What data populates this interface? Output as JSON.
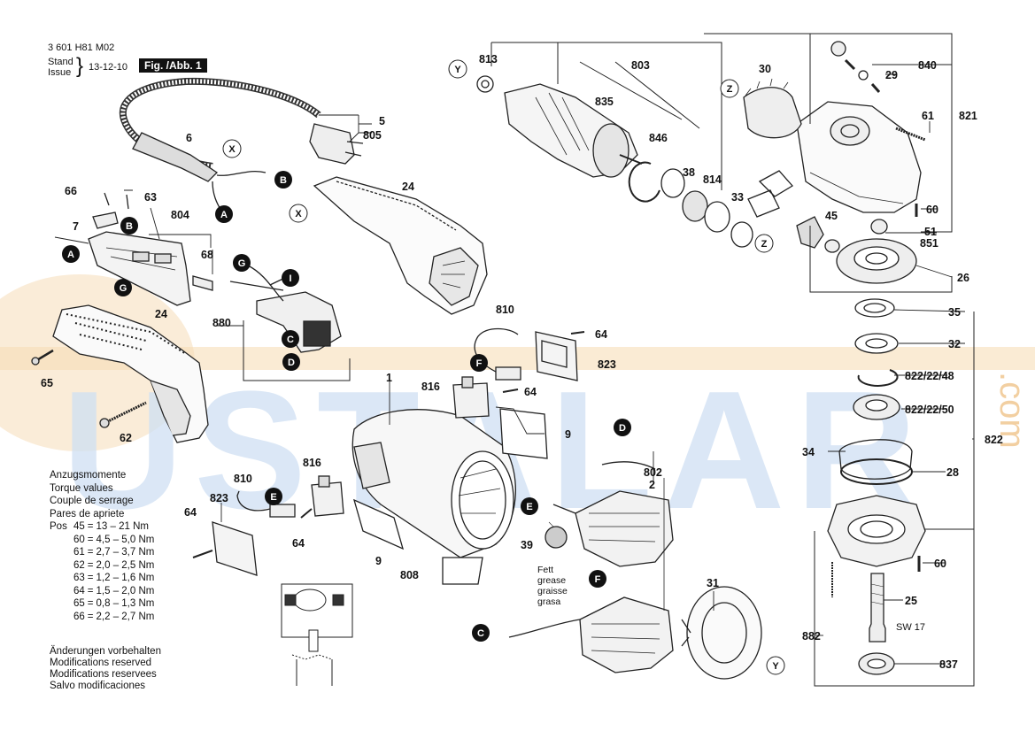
{
  "header": {
    "part_number": "3 601 H81 M02",
    "stand_label": "Stand",
    "issue_label": "Issue",
    "date": "13-12-10",
    "figure_label": "Fig. /Abb. 1"
  },
  "watermark": {
    "text": "USTALAR",
    "suffix": ".com"
  },
  "torque": {
    "heading_lines": [
      "Anzugsmomente",
      "Torque values",
      "Couple de serrage",
      "Pares de apriete"
    ],
    "pos_label": "Pos",
    "rows": [
      {
        "pos": "45",
        "eq": "=",
        "range": "13 – 21 Nm"
      },
      {
        "pos": "60",
        "eq": "=",
        "range": "4,5 – 5,0 Nm"
      },
      {
        "pos": "61",
        "eq": "=",
        "range": "2,7 – 3,7 Nm"
      },
      {
        "pos": "62",
        "eq": "=",
        "range": "2,0 – 2,5 Nm"
      },
      {
        "pos": "63",
        "eq": "=",
        "range": "1,2 – 1,6 Nm"
      },
      {
        "pos": "64",
        "eq": "=",
        "range": "1,5 – 2,0 Nm"
      },
      {
        "pos": "65",
        "eq": "=",
        "range": "0,8 – 1,3 Nm"
      },
      {
        "pos": "66",
        "eq": "=",
        "range": "2,2 – 2,7 Nm"
      }
    ]
  },
  "notes": [
    "Änderungen vorbehalten",
    "Modifications reserved",
    "Modifications reservees",
    "Salvo modificaciones"
  ],
  "grease_lines": [
    "Fett",
    "grease",
    "graisse",
    "grasa"
  ],
  "sw_label": "SW 17",
  "part_labels": {
    "p5": "5",
    "p805": "805",
    "p6": "6",
    "p24a": "24",
    "p66": "66",
    "p63": "63",
    "p7": "7",
    "p804": "804",
    "p68": "68",
    "p24b": "24",
    "p65": "65",
    "p62": "62",
    "p880": "880",
    "p810a": "810",
    "p64a": "64",
    "p823a": "823",
    "p816a": "816",
    "p64b": "64",
    "p1": "1",
    "p9a": "9",
    "p816b": "816",
    "p810b": "810",
    "p823b": "823",
    "p64c": "64",
    "p64d": "64",
    "p9b": "9",
    "p808": "808",
    "p802": "802",
    "p2": "2",
    "p39": "39",
    "p31": "31",
    "p813": "813",
    "p803": "803",
    "p835": "835",
    "p846": "846",
    "p38": "38",
    "p814": "814",
    "p33": "33",
    "p30": "30",
    "p29": "29",
    "p840": "840",
    "p61": "61",
    "p821": "821",
    "p60a": "60",
    "p51": "51",
    "p851": "851",
    "p45": "45",
    "p26": "26",
    "p35": "35",
    "p32": "32",
    "p822_48": "822/22/48",
    "p822_50": "822/22/50",
    "p822": "822",
    "p34": "34",
    "p28": "28",
    "p60b": "60",
    "p25": "25",
    "p882": "882",
    "p837": "837"
  },
  "callouts": {
    "X": "X",
    "Y": "Y",
    "Z": "Z",
    "A": "A",
    "B": "B",
    "C": "C",
    "D": "D",
    "E": "E",
    "F": "F",
    "G": "G",
    "I": "I"
  },
  "colors": {
    "callout_fill": "#111111",
    "watermark_blue": "#cfe0f3",
    "watermark_orange": "#f6ddb8"
  }
}
